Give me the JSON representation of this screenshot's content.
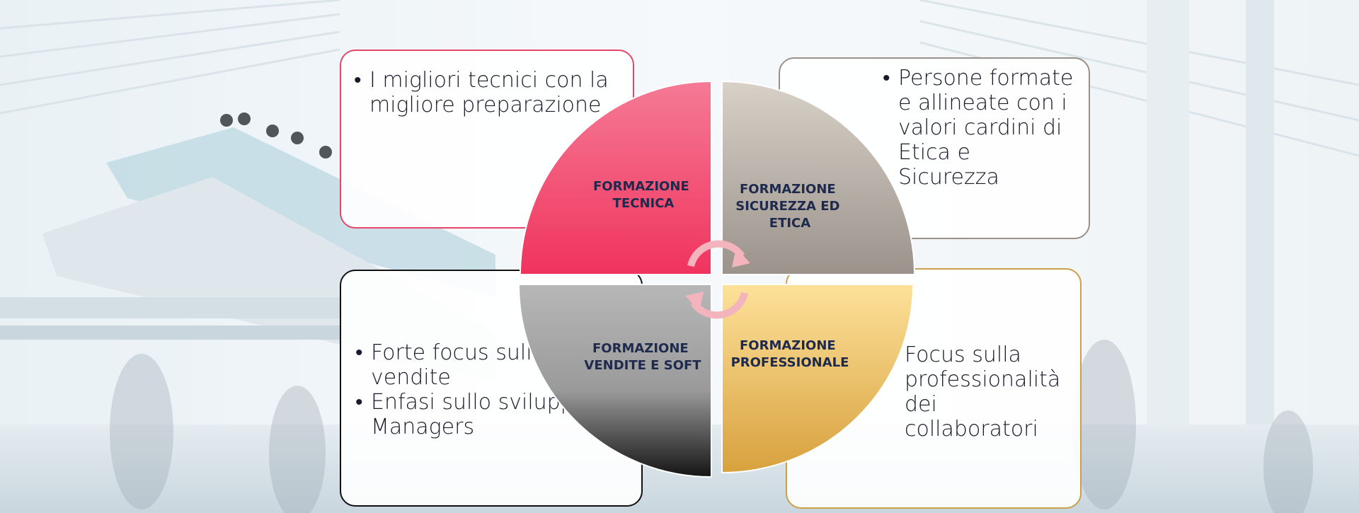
{
  "quadrants": {
    "tl": {
      "line1": "FORMAZIONE",
      "line2": "TECNICA"
    },
    "tr": {
      "line1": "FORMAZIONE",
      "line2": "SICUREZZA ED",
      "line3": "ETICA"
    },
    "bl": {
      "line1": "FORMAZIONE",
      "line2": "VENDITE E SOFT"
    },
    "br": {
      "line1": "FORMAZIONE",
      "line2": "PROFESSIONALE"
    }
  },
  "boxes": {
    "tl": {
      "bullets": [
        "I migliori tecnici con la migliore preparazione"
      ]
    },
    "tr": {
      "bullets": [
        "Persone formate e allineate con i valori cardini di Etica e Sicurezza"
      ]
    },
    "bl": {
      "bullets": [
        "Forte focus sulle vendite",
        "Enfasi sullo sviluppo dei Managers"
      ]
    },
    "br": {
      "text": "Focus sulla professionalità dei collaboratori"
    }
  },
  "colors": {
    "tecnica": "#f2436a",
    "sicurezza": "#b0a79d",
    "vendite": "#8a8a8a",
    "professionale": "#e8b04a",
    "cycle_arrows": "#f3b4bd"
  }
}
